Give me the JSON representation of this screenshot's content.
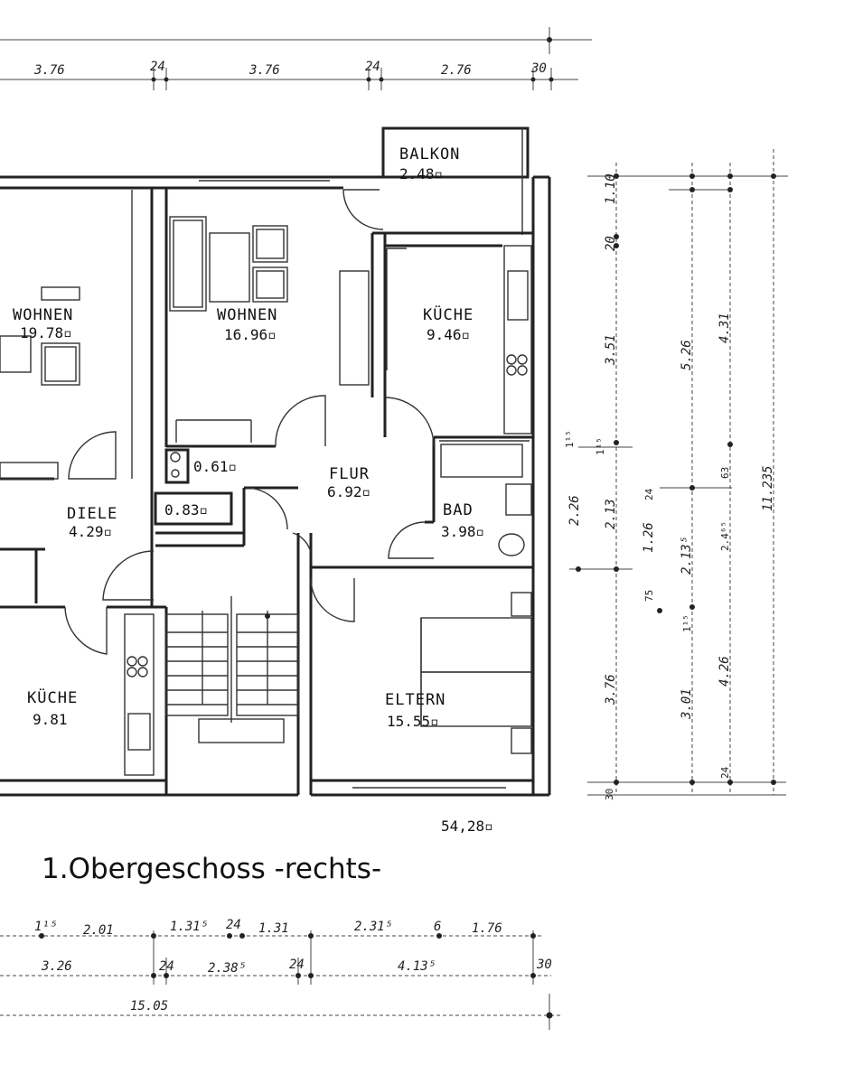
{
  "floor_title": "1.Obergeschoss -rechts-",
  "total_area": "54,28▫",
  "rooms": {
    "balkon": {
      "name": "BALKON",
      "area": "2.48▫"
    },
    "wohnen_left": {
      "name": "WOHNEN",
      "area": "19.78▫"
    },
    "wohnen": {
      "name": "WOHNEN",
      "area": "16.96▫"
    },
    "kueche_top": {
      "name": "KÜCHE",
      "area": "9.46▫"
    },
    "flur": {
      "name": "FLUR",
      "area": "6.92▫"
    },
    "bad": {
      "name": "BAD",
      "area": "3.98▫"
    },
    "diele": {
      "name": "DIELE",
      "area": "4.29▫"
    },
    "kueche_left": {
      "name": "KÜCHE",
      "area": "9.81"
    },
    "eltern": {
      "name": "ELTERN",
      "area": "15.55▫"
    },
    "closet_1": {
      "area": "0.61▫"
    },
    "closet_2": {
      "area": "0.83▫"
    }
  },
  "dims_top": [
    "3.76",
    "24",
    "3.76",
    "24",
    "2.76",
    "30"
  ],
  "dims_bottom_1": [
    "1¹⁵",
    "2.01",
    "1.31⁵",
    "24",
    "1.31",
    "2.31⁵",
    "6",
    "1.76"
  ],
  "dims_bottom_2": [
    "3.26",
    "24",
    "2.38⁵",
    "24",
    "4.13⁵",
    "30"
  ],
  "dims_bottom_3": [
    "15.05"
  ],
  "dims_right": [
    "1.10",
    "20",
    "3.51",
    "1¹⁵",
    "2.26",
    "2.13",
    "1¹⁵",
    "3.76",
    "3.01",
    "30",
    "5.26",
    "4.31",
    "1.26",
    "2.13⁵",
    "75",
    "1¹⁵",
    "4.26",
    "24",
    "11.235",
    "2.4⁶⁵",
    "63",
    "24"
  ]
}
